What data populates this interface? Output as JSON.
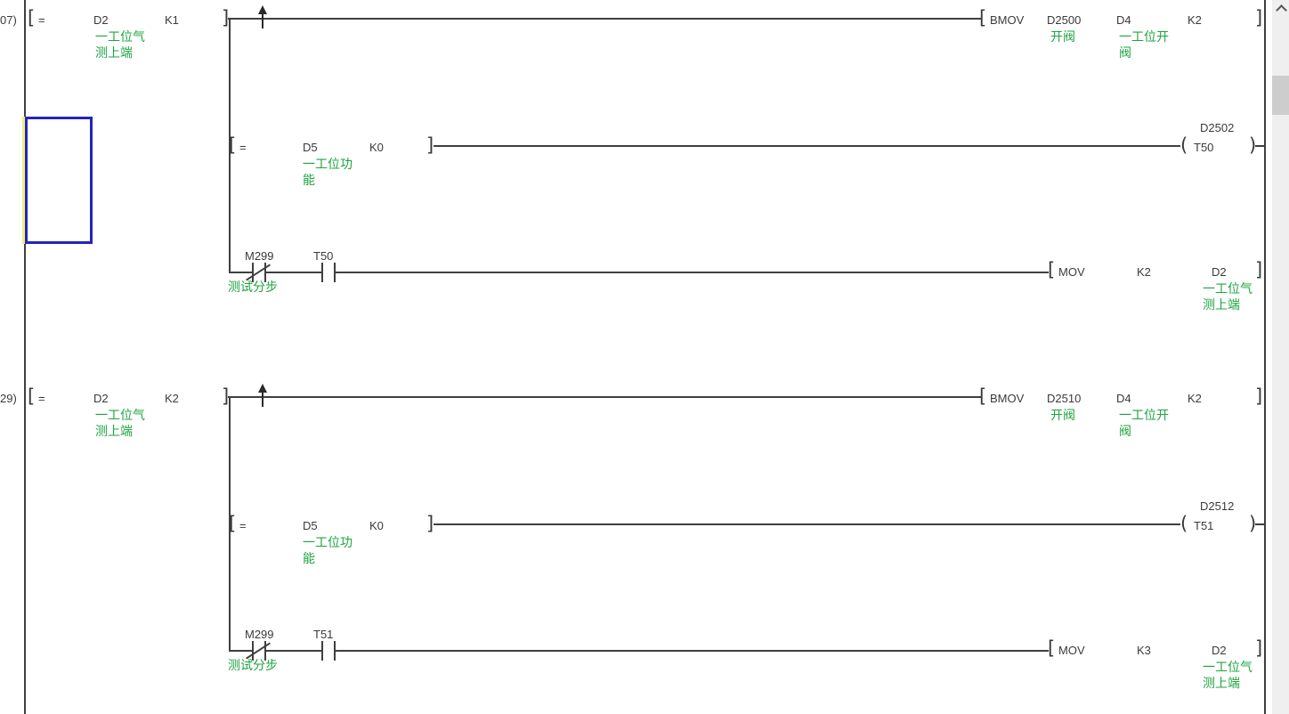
{
  "glyphs": {
    "bracket_open": "[",
    "bracket_close": "]",
    "paren_open": "(",
    "paren_close": ")"
  },
  "colors": {
    "wire": "#3f3f3f",
    "instruction_text": "#3a3a3a",
    "comment_green": "#1ea43f",
    "selection_blue": "#2424bb",
    "selection_yellow": "#f2ec7d",
    "scrollbar_track": "#f0efef",
    "scrollbar_thumb": "#cdcdcd"
  },
  "rungs": [
    {
      "step_number": "07)",
      "compare_main": {
        "operator": "=",
        "operand1": "D2",
        "operand2": "K1",
        "comment": [
          "一工位气",
          "测上端"
        ]
      },
      "bmov": {
        "mnemonic": "BMOV",
        "operand1": "D2500",
        "operand2": "D4",
        "operand3": "K2",
        "operand1_comment": "开阀",
        "operand2_comment": [
          "一工位开",
          "阀"
        ]
      },
      "compare_branch": {
        "operator": "=",
        "operand1": "D5",
        "operand2": "K0",
        "comment": [
          "一工位功",
          "能"
        ]
      },
      "timer_coil": {
        "device": "T50",
        "setpoint": "D2502"
      },
      "nc_contact": {
        "device": "M299",
        "comment": "测试分步"
      },
      "no_contact": {
        "device": "T50"
      },
      "mov": {
        "mnemonic": "MOV",
        "operand1": "K2",
        "operand2": "D2",
        "operand2_comment": [
          "一工位气",
          "测上端"
        ]
      }
    },
    {
      "step_number": "29)",
      "compare_main": {
        "operator": "=",
        "operand1": "D2",
        "operand2": "K2",
        "comment": [
          "一工位气",
          "测上端"
        ]
      },
      "bmov": {
        "mnemonic": "BMOV",
        "operand1": "D2510",
        "operand2": "D4",
        "operand3": "K2",
        "operand1_comment": "开阀",
        "operand2_comment": [
          "一工位开",
          "阀"
        ]
      },
      "compare_branch": {
        "operator": "=",
        "operand1": "D5",
        "operand2": "K0",
        "comment": [
          "一工位功",
          "能"
        ]
      },
      "timer_coil": {
        "device": "T51",
        "setpoint": "D2512"
      },
      "nc_contact": {
        "device": "M299",
        "comment": "测试分步"
      },
      "no_contact": {
        "device": "T51"
      },
      "mov": {
        "mnemonic": "MOV",
        "operand1": "K3",
        "operand2": "D2",
        "operand2_comment": [
          "一工位气",
          "测上端"
        ]
      }
    }
  ]
}
